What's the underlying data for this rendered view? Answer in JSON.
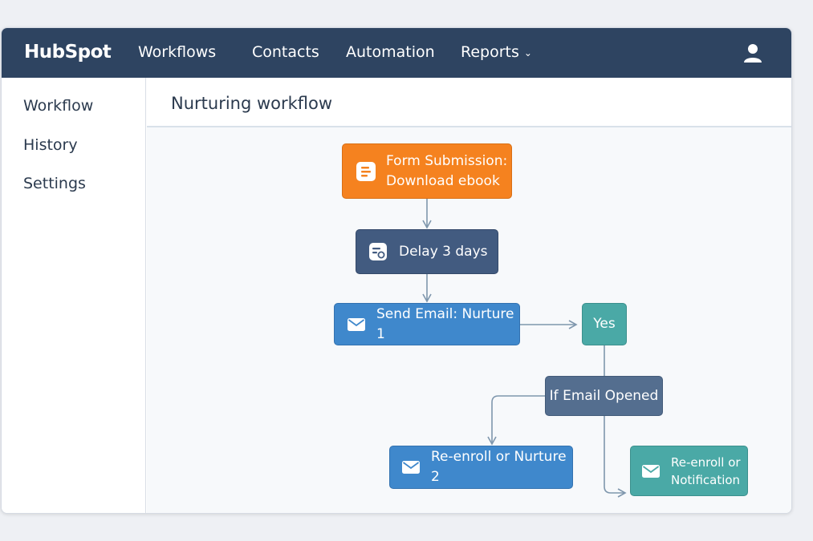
{
  "app": {
    "logo": "HubSpot"
  },
  "topnav": {
    "items": [
      {
        "label": "Workflows"
      },
      {
        "label": "Contacts"
      },
      {
        "label": "Automation"
      },
      {
        "label": "Reports"
      }
    ],
    "user_icon": "user-icon"
  },
  "sidebar": {
    "items": [
      {
        "label": "Workflow"
      },
      {
        "label": "History"
      },
      {
        "label": "Settings"
      }
    ]
  },
  "page": {
    "title": "Nurturing workflow"
  },
  "workflow": {
    "nodes": {
      "form": {
        "line1": "Form Submission:",
        "line2": "Download ebook",
        "icon": "form-icon",
        "color": "#f5821f"
      },
      "delay": {
        "label": "Delay 3 days",
        "icon": "delay-icon",
        "color": "#425b80"
      },
      "email1": {
        "label": "Send Email: Nurture 1",
        "icon": "email-icon",
        "color": "#3f88cc"
      },
      "yes": {
        "label": "Yes",
        "color": "#4aa9a6"
      },
      "branch": {
        "label": "If Email Opened",
        "color": "#546e8f"
      },
      "reenroll": {
        "label": "Re-enroll or Nurture 2",
        "icon": "email-icon",
        "color": "#3f88cc"
      },
      "notification": {
        "line1": "Re-enroll or",
        "line2": "Notification",
        "icon": "email-icon",
        "color": "#4aa9a6"
      }
    },
    "edge_color": "#7f97ad"
  },
  "colors": {
    "nav_bg": "#2e4461",
    "accent_orange": "#f5821f",
    "accent_blue": "#3f88cc",
    "accent_teal": "#4aa9a6"
  }
}
